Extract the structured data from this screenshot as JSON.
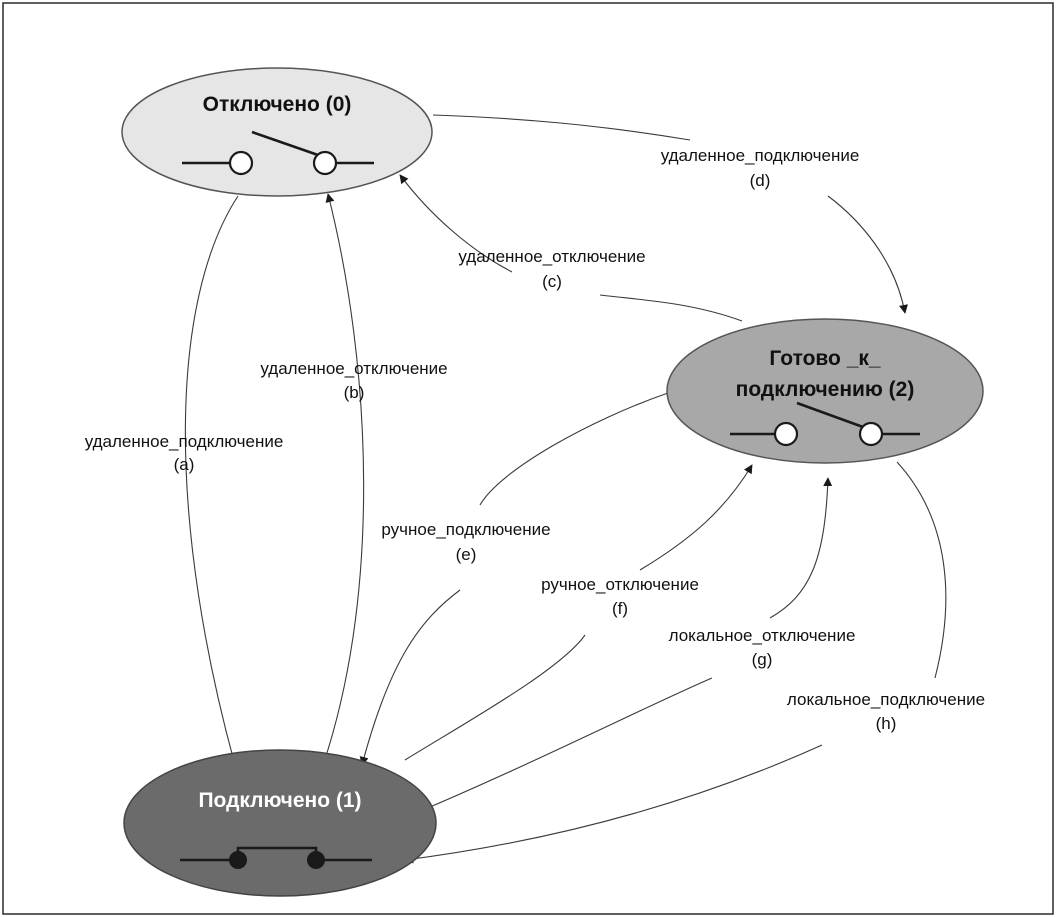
{
  "states": {
    "disconnected": {
      "title": "Отключено (0)",
      "switch": "open"
    },
    "ready": {
      "title_line1": "Готово _к_",
      "title_line2": "подключению (2)",
      "switch": "open"
    },
    "connected": {
      "title": "Подключено (1)",
      "switch": "closed"
    }
  },
  "transitions": {
    "a": {
      "label": "удаленное_подключение",
      "id": "(a)",
      "from": "disconnected",
      "to": "connected"
    },
    "b": {
      "label": "удаленное_отключение",
      "id": "(b)",
      "from": "connected",
      "to": "disconnected"
    },
    "c": {
      "label": "удаленное_отключение",
      "id": "(c)",
      "from": "ready",
      "to": "disconnected"
    },
    "d": {
      "label": "удаленное_подключение",
      "id": "(d)",
      "from": "disconnected",
      "to": "ready"
    },
    "e": {
      "label": "ручное_подключение",
      "id": "(e)",
      "from": "ready",
      "to": "connected"
    },
    "f": {
      "label": "ручное_отключение",
      "id": "(f)",
      "from": "connected",
      "to": "ready"
    },
    "g": {
      "label": "локальное_отключение",
      "id": "(g)",
      "from": "connected",
      "to": "ready"
    },
    "h": {
      "label": "локальное_подключение",
      "id": "(h)",
      "from": "ready",
      "to": "connected"
    }
  },
  "colors": {
    "disconnected_fill": "#e6e6e6",
    "ready_fill": "#a8a8a8",
    "connected_fill": "#6b6b6b",
    "connected_text": "#ffffff",
    "state_text": "#111111"
  }
}
